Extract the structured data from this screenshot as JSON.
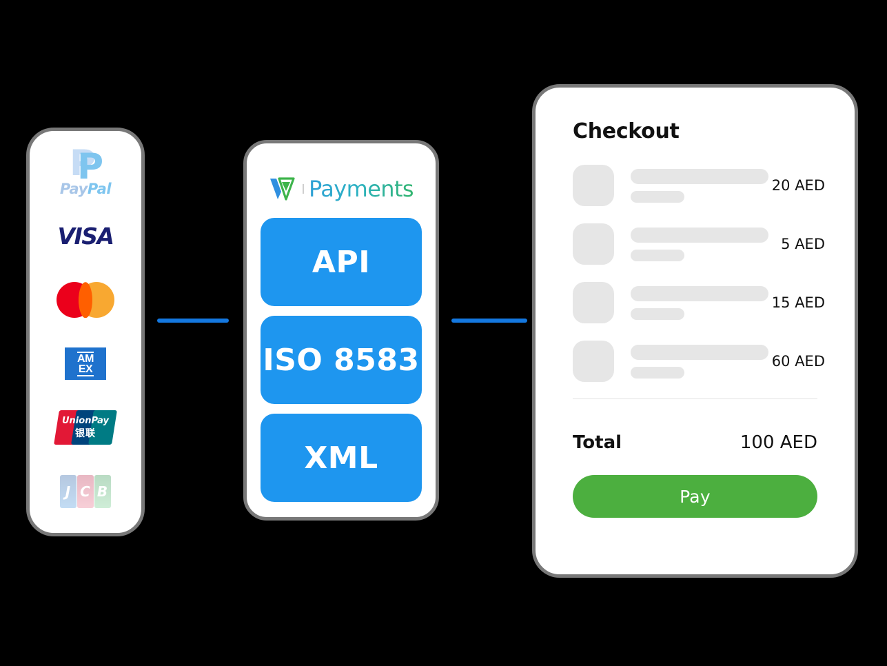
{
  "background_color": "#000000",
  "accent_colors": {
    "protocol_blue": "#1E96EF",
    "connector_blue": "#1478E0",
    "pay_green": "#4CAF3F",
    "skeleton_gray": "#E6E6E6",
    "card_border": "#787878"
  },
  "payment_methods_card": {
    "name": "payment-methods",
    "logos": [
      {
        "id": "paypal",
        "label": "PayPal",
        "word_a": "Pay",
        "word_b": "Pal"
      },
      {
        "id": "visa",
        "label": "VISA",
        "text": "VISA"
      },
      {
        "id": "mastercard",
        "label": "Mastercard"
      },
      {
        "id": "amex",
        "label": "American Express",
        "line1": "AM",
        "line2": "EX"
      },
      {
        "id": "unionpay",
        "label": "UnionPay",
        "line1": "UnionPay",
        "line2": "银联"
      },
      {
        "id": "jcb",
        "label": "JCB",
        "c1": "J",
        "c2": "C",
        "c3": "B"
      }
    ]
  },
  "gateway_card": {
    "brand": {
      "mark_name": "v-payments-logo-mark",
      "word": "Payments"
    },
    "protocols": [
      {
        "id": "api",
        "label": "API"
      },
      {
        "id": "iso",
        "label": "ISO 8583"
      },
      {
        "id": "xml",
        "label": "XML"
      }
    ]
  },
  "checkout_card": {
    "title": "Checkout",
    "line_items": [
      {
        "price": "20 AED"
      },
      {
        "price": "5 AED"
      },
      {
        "price": "15 AED"
      },
      {
        "price": "60 AED"
      }
    ],
    "total_label": "Total",
    "total_amount": "100 AED",
    "pay_label": "Pay"
  },
  "connectors": [
    {
      "id": "methods-to-gateway"
    },
    {
      "id": "gateway-to-checkout"
    }
  ]
}
